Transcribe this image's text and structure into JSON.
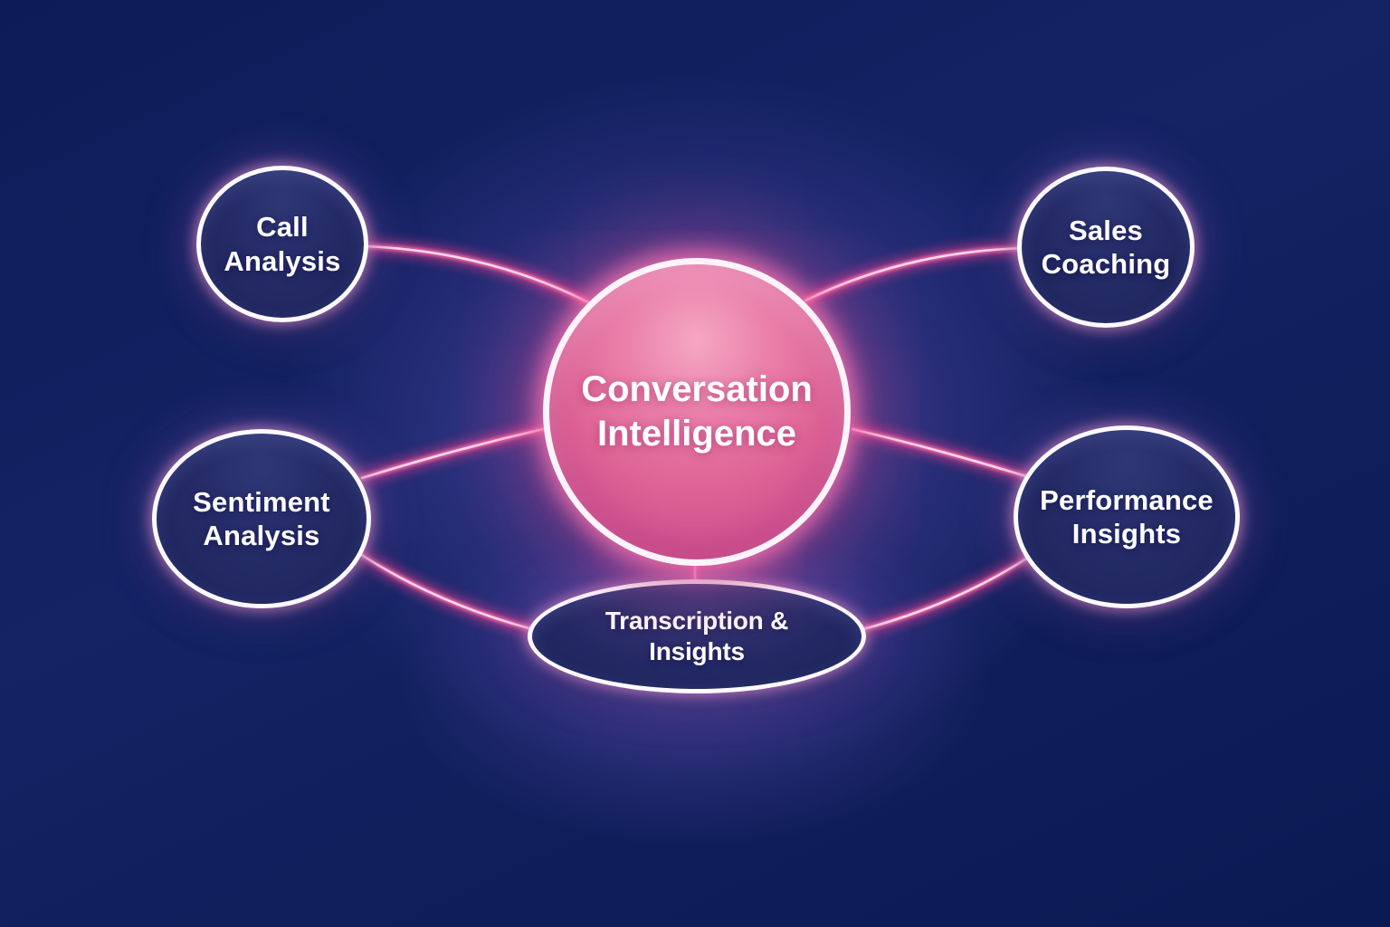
{
  "diagram": {
    "center_node": {
      "id": "conversation-intelligence",
      "label": "Conversation Intelligence"
    },
    "nodes": [
      {
        "id": "call-analysis",
        "label": "Call Analysis"
      },
      {
        "id": "sales-coaching",
        "label": "Sales Coaching"
      },
      {
        "id": "sentiment-analysis",
        "label": "Sentiment Analysis"
      },
      {
        "id": "performance-insights",
        "label": "Performance Insights"
      },
      {
        "id": "transcription-insights",
        "label": "Transcription & Insights"
      }
    ],
    "connections": [
      {
        "from": "call-analysis",
        "to": "conversation-intelligence"
      },
      {
        "from": "sales-coaching",
        "to": "conversation-intelligence"
      },
      {
        "from": "sentiment-analysis",
        "to": "conversation-intelligence"
      },
      {
        "from": "performance-insights",
        "to": "conversation-intelligence"
      },
      {
        "from": "sentiment-analysis",
        "to": "transcription-insights"
      },
      {
        "from": "performance-insights",
        "to": "transcription-insights"
      },
      {
        "from": "conversation-intelligence",
        "to": "transcription-insights"
      }
    ],
    "colors": {
      "background": "#0d1c58",
      "satellite_fill": "#242b66",
      "center_fill": "#de6396",
      "connector_glow": "#ff3d8e",
      "connector_core": "#ffd9ea",
      "node_border": "#ffffff",
      "text": "#ffffff"
    }
  }
}
